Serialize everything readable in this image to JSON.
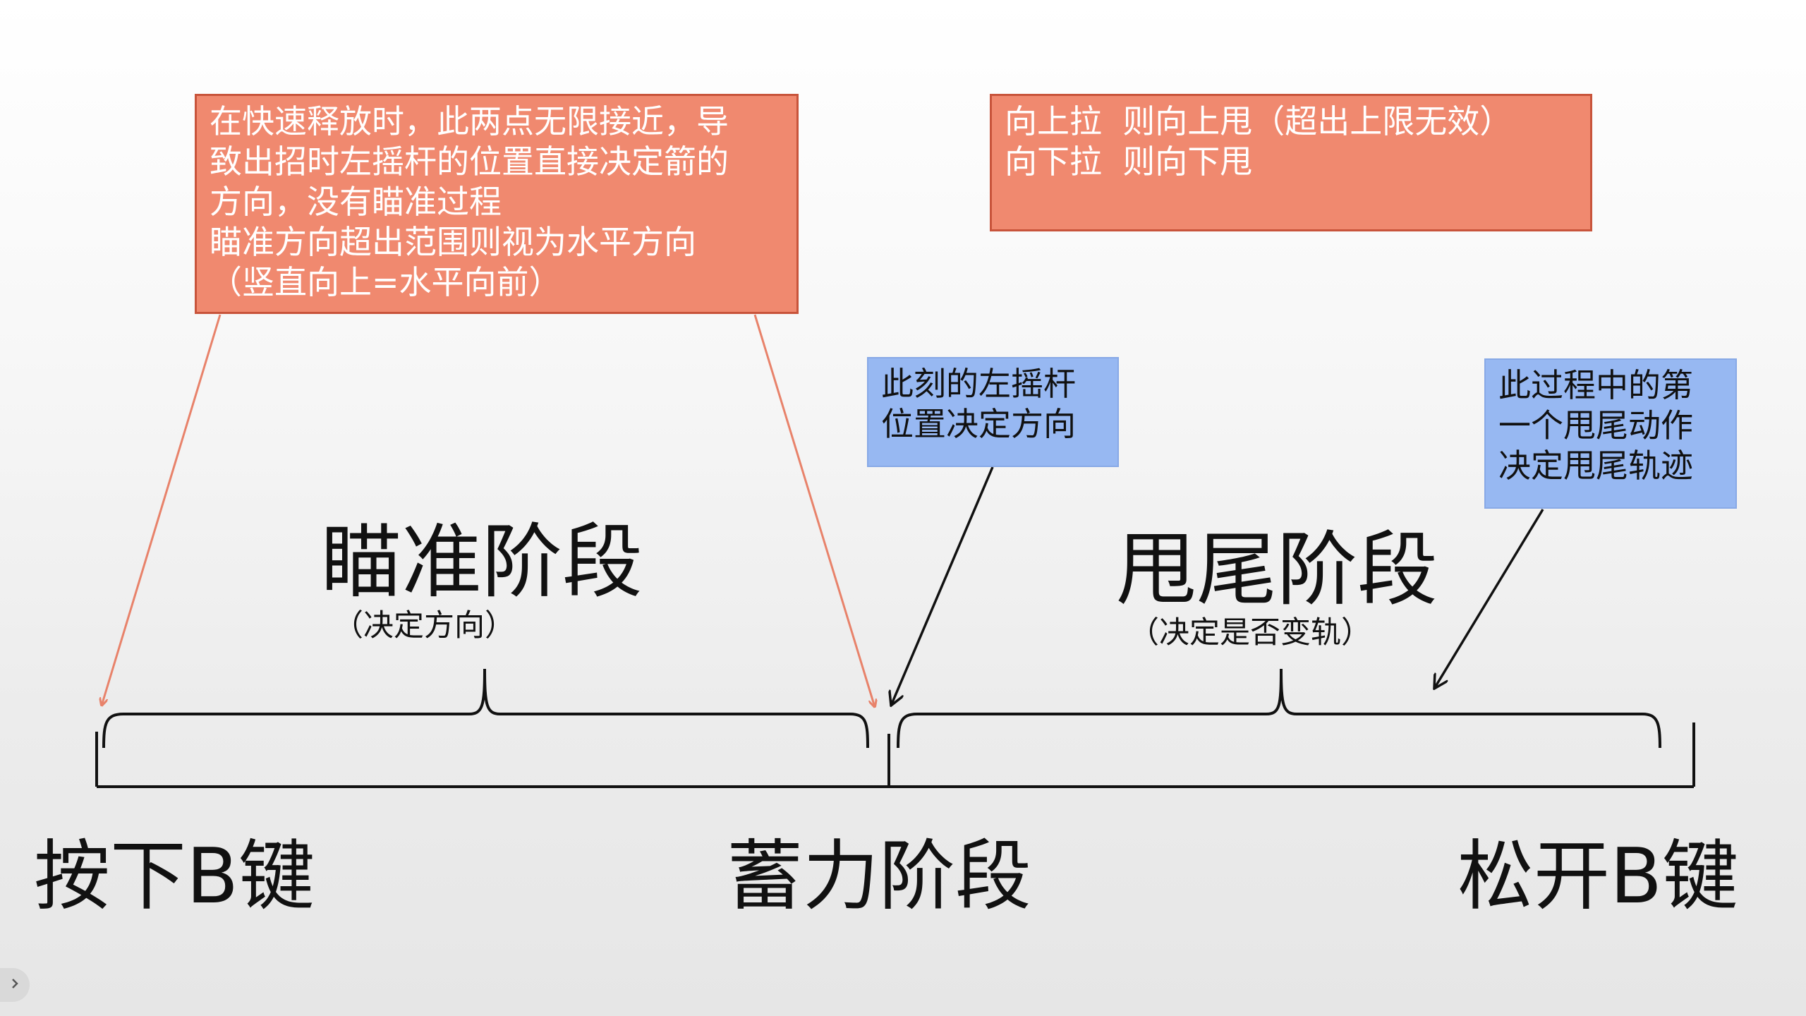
{
  "notes": {
    "release_note": "在快速释放时，此两点无限接近，导\n致出招时左摇杆的位置直接决定箭的\n方向，没有瞄准过程\n瞄准方向超出范围则视为水平方向\n（竖直向上=水平向前）",
    "flick_note": "向上拉  则向上甩（超出上限无效）\n向下拉  则向下甩",
    "joystick_note": "此刻的左摇杆\n位置决定方向",
    "tail_note": "此过程中的第\n一个甩尾动作\n决定甩尾轨迹"
  },
  "phases": {
    "aim_title": "瞄准阶段",
    "aim_sub": "（决定方向）",
    "tail_title": "甩尾阶段",
    "tail_sub": "（决定是否变轨）"
  },
  "timeline": {
    "press_label": "按下B键",
    "charge_label": "蓄力阶段",
    "release_label": "松开B键"
  },
  "colors": {
    "orange_box": "#f0896f",
    "orange_border": "#c8543b",
    "orange_arrow": "#e8826a",
    "blue_box": "#97b8f2",
    "line": "#111111"
  },
  "icons": {
    "nav": "chevron-right-icon"
  }
}
